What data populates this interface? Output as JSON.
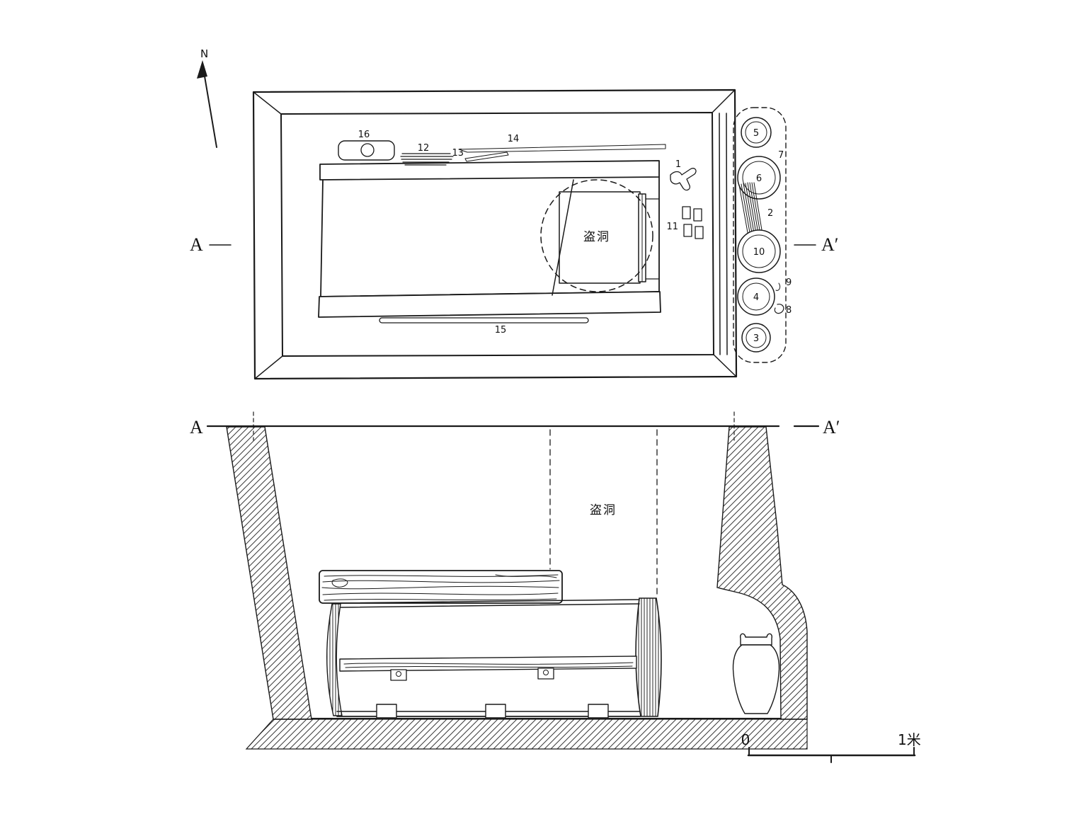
{
  "drawing": {
    "compass": {
      "label": "N"
    },
    "plan": {
      "section_left": "A",
      "section_right": "A′",
      "robber_hole": "盗洞"
    },
    "profile": {
      "section_left": "A",
      "section_right": "A′",
      "robber_hole": "盗洞"
    },
    "artifact_labels": {
      "n1": "1",
      "n2": "2",
      "n3": "3",
      "n4": "4",
      "n5": "5",
      "n6": "6",
      "n7": "7",
      "n8": "8",
      "n9": "9",
      "n10": "10",
      "n11": "11",
      "n12": "12",
      "n13": "13",
      "n14": "14",
      "n15": "15",
      "n16": "16"
    },
    "scale_bar": {
      "zero": "0",
      "max": "1米"
    },
    "colors": {
      "ink": "#1a1a1a",
      "background": "#ffffff"
    }
  }
}
